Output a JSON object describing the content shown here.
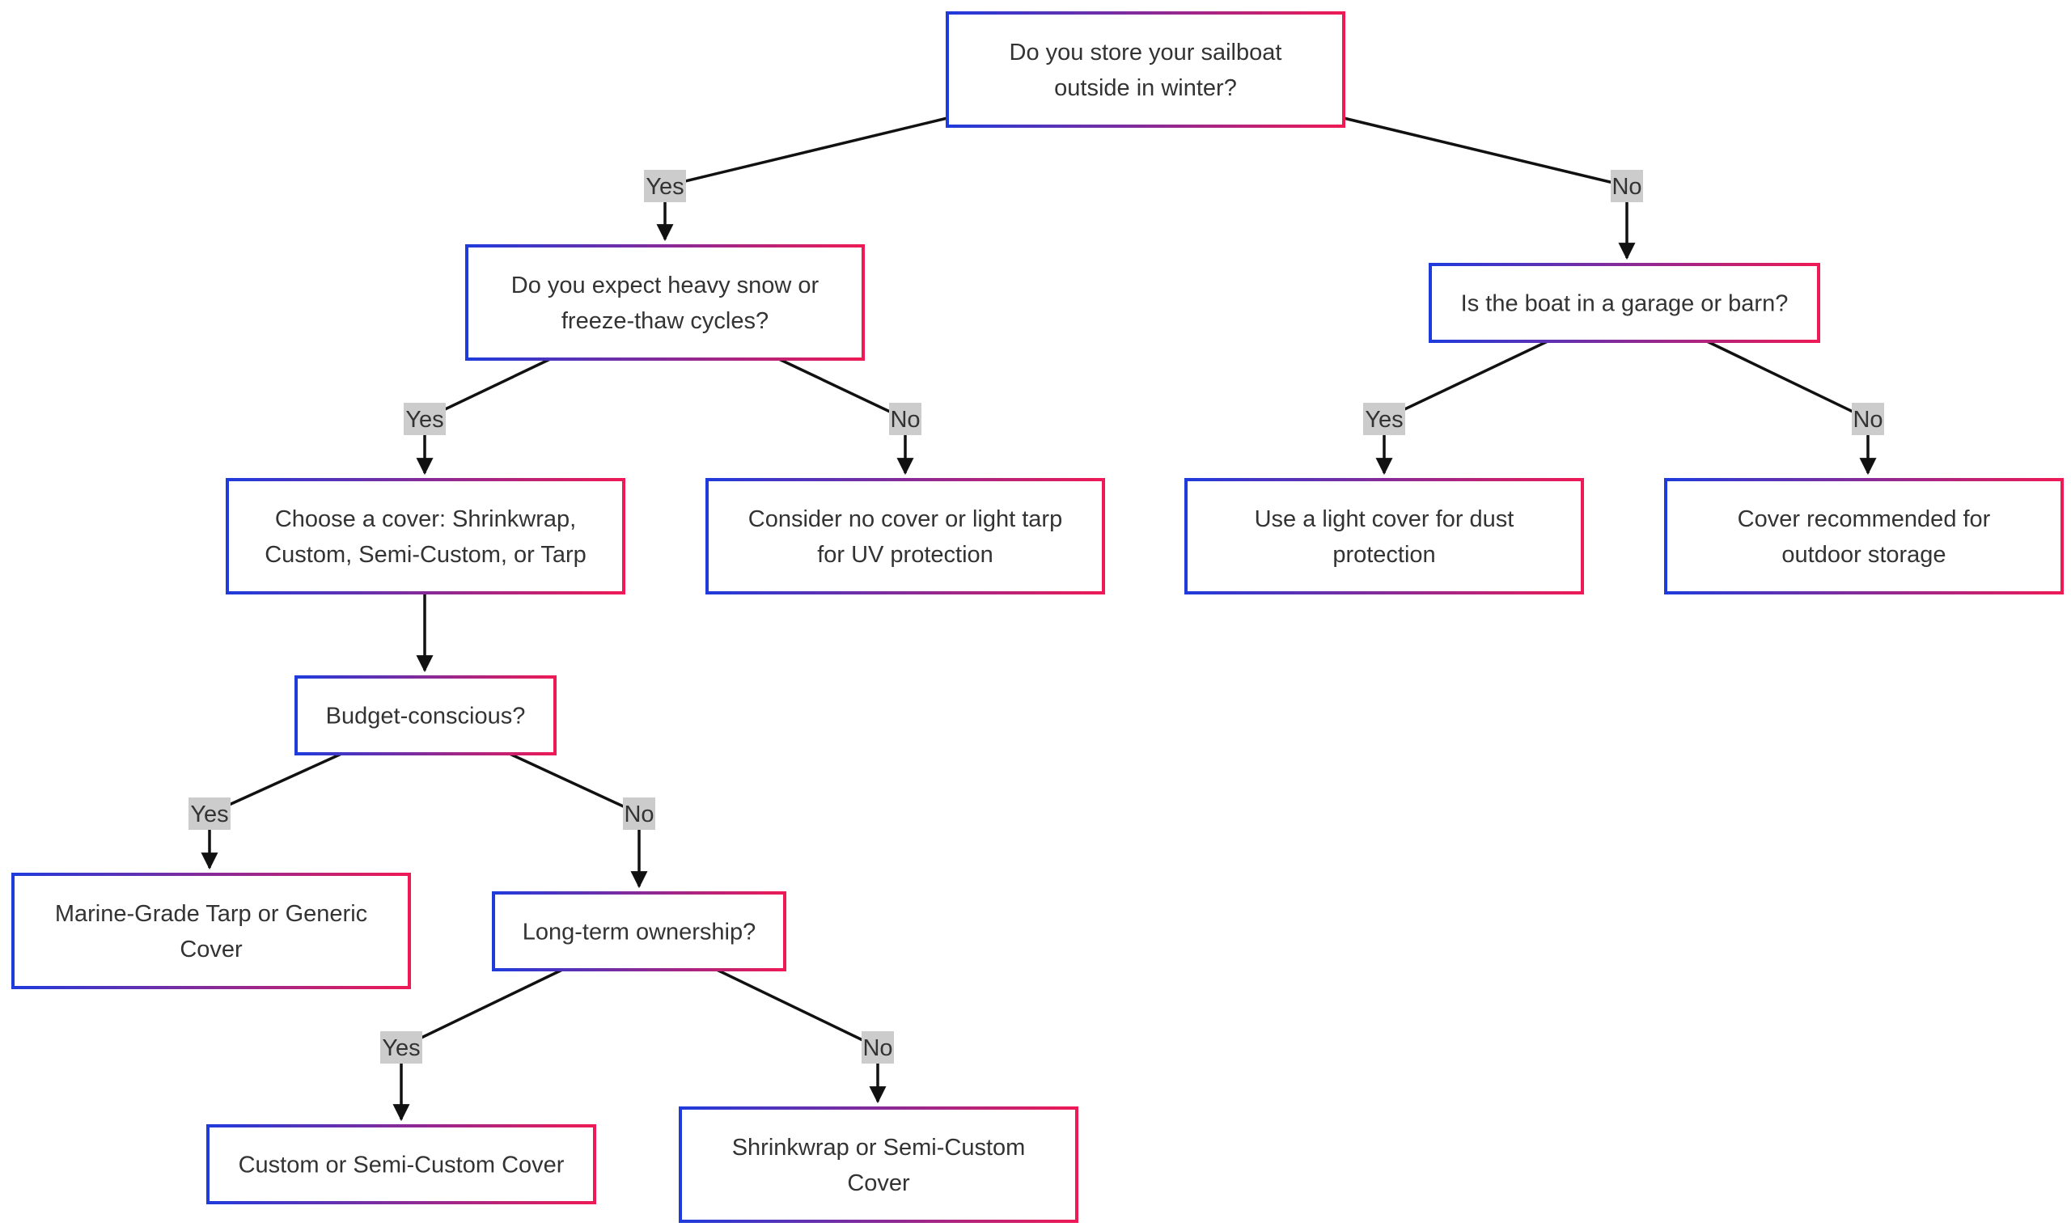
{
  "colors": {
    "border_start": "#1f3bdc",
    "border_end": "#ee1a55",
    "edge": "#111111",
    "label_bg": "#cccccc",
    "text": "#333333",
    "background": "#ffffff"
  },
  "nodes": {
    "q_outside": {
      "lines": [
        "Do you store your sailboat",
        "outside in winter?"
      ]
    },
    "q_snow": {
      "lines": [
        "Do you expect heavy snow or",
        "freeze-thaw cycles?"
      ]
    },
    "q_garage": {
      "lines": [
        "Is the boat in a garage or barn?"
      ]
    },
    "choose_cover": {
      "lines": [
        "Choose a cover: Shrinkwrap,",
        "Custom, Semi-Custom, or Tarp"
      ]
    },
    "light_tarp": {
      "lines": [
        "Consider no cover or light tarp",
        "for UV protection"
      ]
    },
    "light_cover": {
      "lines": [
        "Use a light cover for dust",
        "protection"
      ]
    },
    "cover_recommended": {
      "lines": [
        "Cover recommended for",
        "outdoor storage"
      ]
    },
    "q_budget": {
      "lines": [
        "Budget-conscious?"
      ]
    },
    "marine_tarp": {
      "lines": [
        "Marine-Grade Tarp or Generic",
        "Cover"
      ]
    },
    "q_longterm": {
      "lines": [
        "Long-term ownership?"
      ]
    },
    "custom_cover": {
      "lines": [
        "Custom or Semi-Custom Cover"
      ]
    },
    "shrinkwrap_cover": {
      "lines": [
        "Shrinkwrap or Semi-Custom",
        "Cover"
      ]
    }
  },
  "edges": [
    {
      "from": "q_outside",
      "to": "q_snow",
      "label": "Yes"
    },
    {
      "from": "q_outside",
      "to": "q_garage",
      "label": "No"
    },
    {
      "from": "q_snow",
      "to": "choose_cover",
      "label": "Yes"
    },
    {
      "from": "q_snow",
      "to": "light_tarp",
      "label": "No"
    },
    {
      "from": "q_garage",
      "to": "light_cover",
      "label": "Yes"
    },
    {
      "from": "q_garage",
      "to": "cover_recommended",
      "label": "No"
    },
    {
      "from": "choose_cover",
      "to": "q_budget",
      "label": ""
    },
    {
      "from": "q_budget",
      "to": "marine_tarp",
      "label": "Yes"
    },
    {
      "from": "q_budget",
      "to": "q_longterm",
      "label": "No"
    },
    {
      "from": "q_longterm",
      "to": "custom_cover",
      "label": "Yes"
    },
    {
      "from": "q_longterm",
      "to": "shrinkwrap_cover",
      "label": "No"
    }
  ]
}
